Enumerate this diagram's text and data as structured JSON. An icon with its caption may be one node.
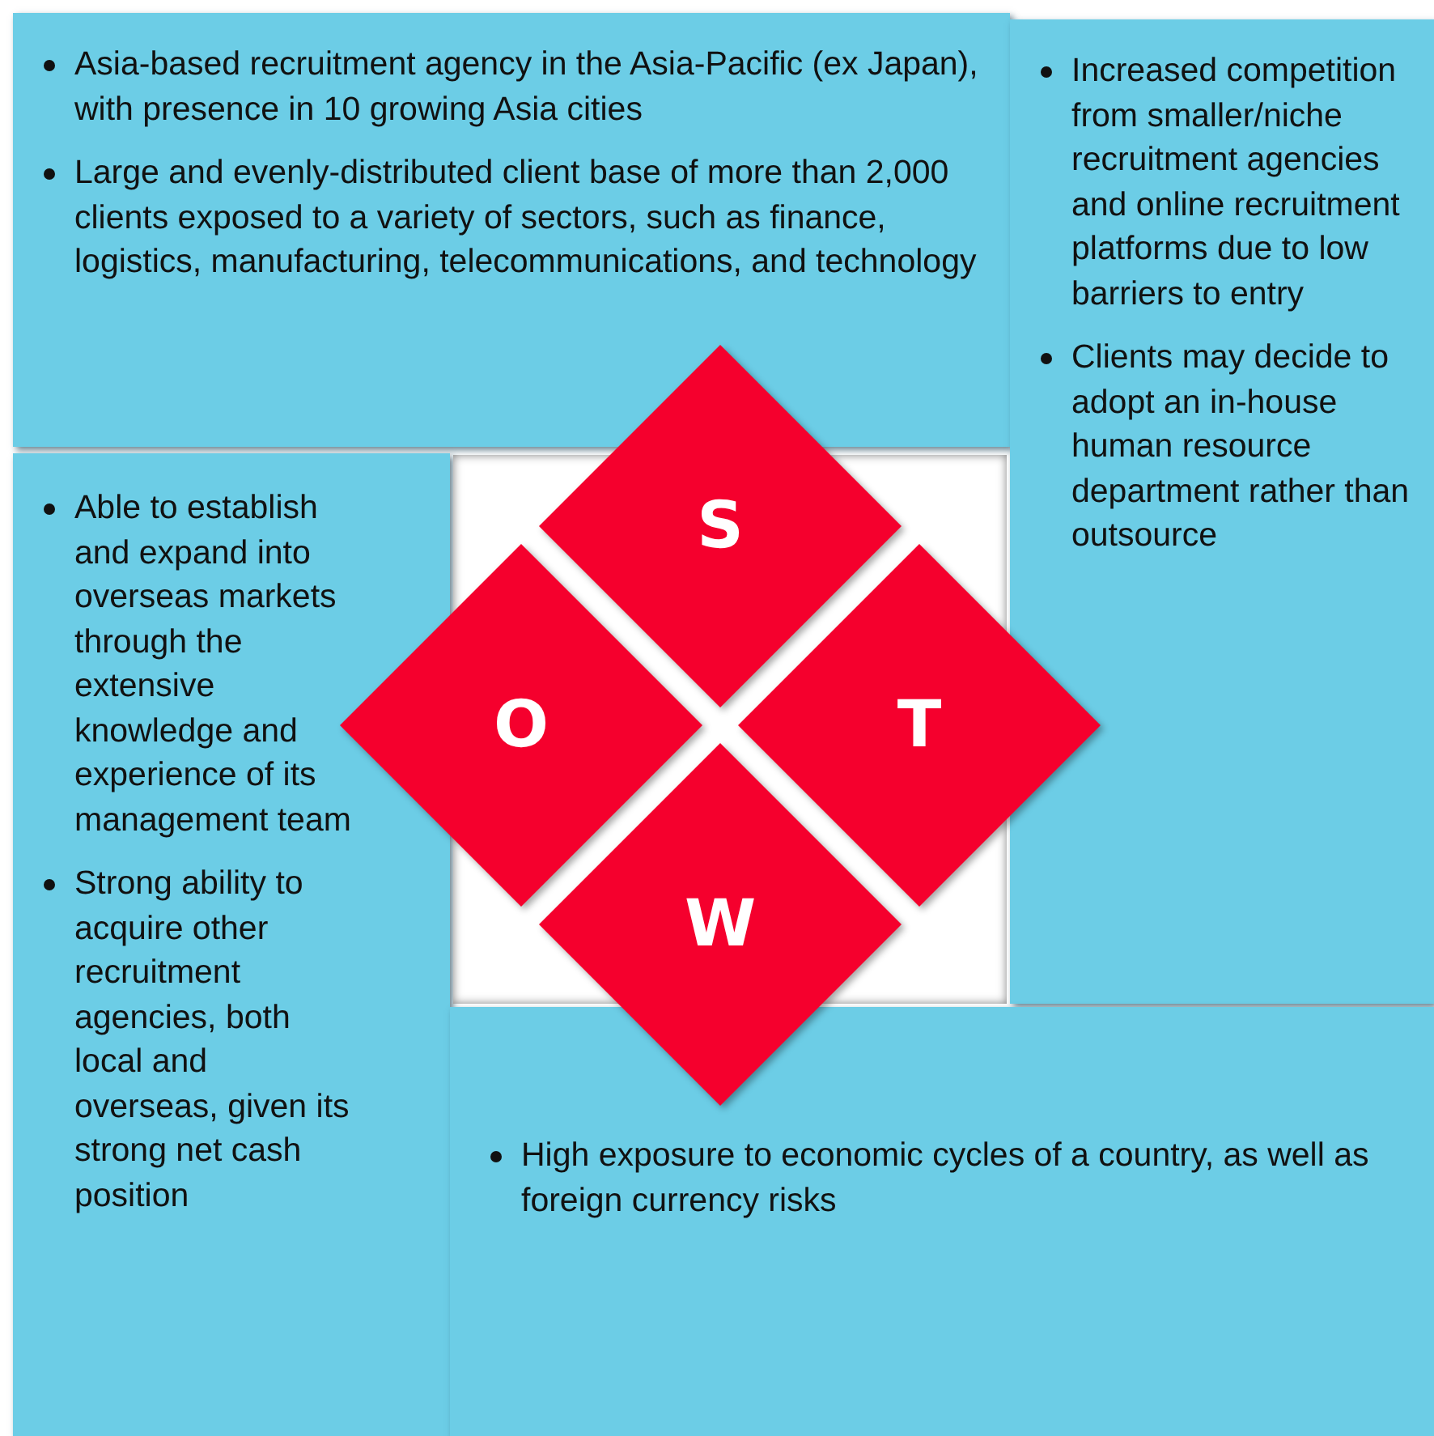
{
  "diagram": {
    "nodes": [
      {
        "text": [
          "Asia-based recruitment agency in the Asia-Pacific (ex Japan), with presence in 10 growing Asia cities",
          "Large and evenly-distributed client base of more than 2,000 clients exposed to a variety of sectors, such as finance, logistics, manufacturing, telecommunications, and technology"
        ]
      },
      {
        "text": [
          "Increased competition from smaller/niche recruitment agencies and online recruitment platforms due to low barriers to entry",
          "Clients may decide to adopt an in-house human resource department rather than outsource"
        ]
      },
      {
        "text": [
          "Able to establish and expand into overseas markets through the extensive knowledge and experience of its management team",
          "Strong ability to acquire other recruitment agencies, both local and overseas, given its strong net cash position"
        ]
      },
      {
        "text": [
          "High exposure to economic cycles of a country, as well as foreign currency risks"
        ]
      },
      {
        "text": [
          "S"
        ]
      },
      {
        "text": [
          "O"
        ]
      },
      {
        "text": [
          "T"
        ]
      },
      {
        "text": [
          "W"
        ]
      }
    ]
  }
}
